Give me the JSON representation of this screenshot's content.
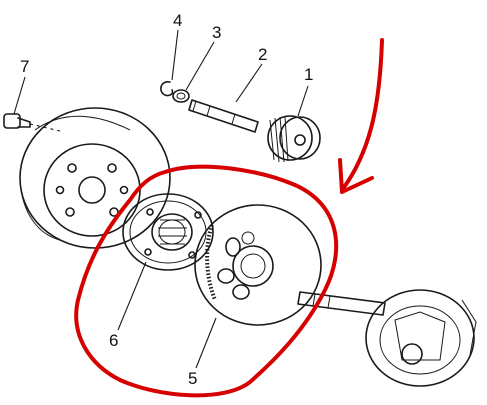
{
  "callouts": [
    {
      "id": "part-1",
      "label": "1"
    },
    {
      "id": "part-2",
      "label": "2"
    },
    {
      "id": "part-3",
      "label": "3"
    },
    {
      "id": "part-4",
      "label": "4"
    },
    {
      "id": "part-5",
      "label": "5"
    },
    {
      "id": "part-6",
      "label": "6"
    },
    {
      "id": "part-7",
      "label": "7"
    }
  ],
  "annotation": {
    "color": "#d60000",
    "shapes": [
      "red-arrow-pointing-down-left",
      "red-freehand-circle"
    ]
  }
}
